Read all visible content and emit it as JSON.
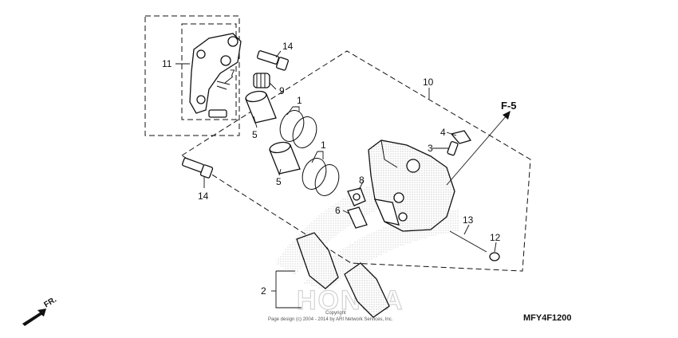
{
  "diagram": {
    "callouts": {
      "c1a": "1",
      "c1b": "1",
      "c2": "2",
      "c3": "3",
      "c4": "4",
      "c5a": "5",
      "c5b": "5",
      "c6": "6",
      "c7": "7",
      "c8": "8",
      "c9": "9",
      "c10": "10",
      "c11": "11",
      "c12": "12",
      "c13": "13",
      "c14a": "14",
      "c14b": "14"
    },
    "reference": "F-5",
    "direction": "FR.",
    "diagram_code": "MFY4F1200",
    "watermark": "HONDA",
    "copyright_line1": "Copyright",
    "copyright_line2": "Page design (c) 2004 - 2014 by ARI Network Services, Inc."
  }
}
